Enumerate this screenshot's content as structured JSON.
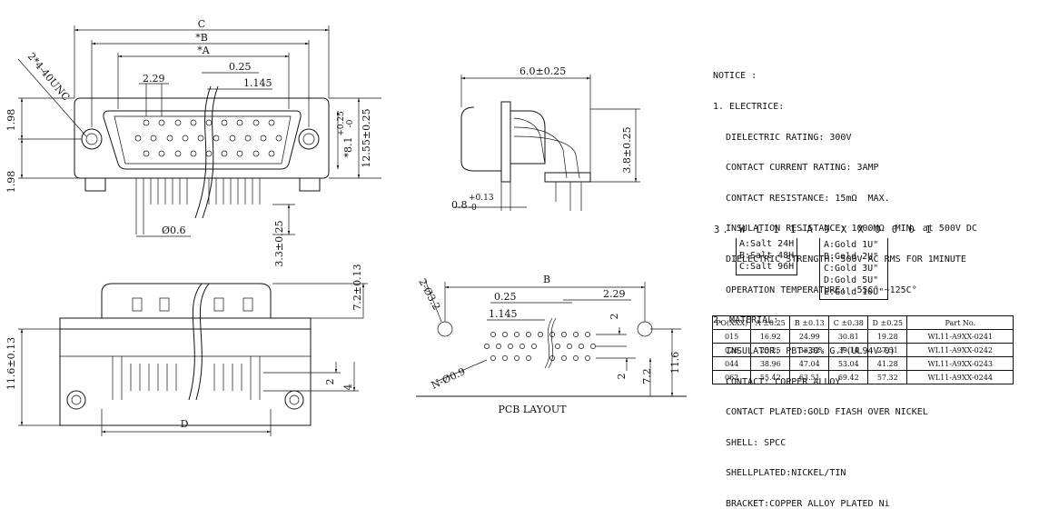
{
  "front_view": {
    "dim_c": "C",
    "dim_b": "*B",
    "dim_a": "*A",
    "dim_229": "2.29",
    "dim_025": "0.25",
    "dim_1145": "1.145",
    "thread": "2*4-40UNC",
    "dim_198_top": "1.98",
    "dim_198_bottom": "1.98",
    "dim_81": "*8.1",
    "tol_81_upper": "+0.25",
    "tol_81_lower": "-0",
    "dim_1255": "12.55±0.25",
    "dim_06": "Ø0.6",
    "dim_33": "3.3±0.25"
  },
  "side_view": {
    "dim_60": "6.0±0.25",
    "dim_38": "3.8±0.25",
    "dim_08": "0.8",
    "tol_08_upper": "+0.13",
    "tol_08_lower": "-0"
  },
  "bottom_view": {
    "dim_72": "7.2±0.13",
    "dim_116": "11.6±0.13",
    "dim_2": "2",
    "dim_4": "4",
    "dim_d": "D"
  },
  "pcb_layout": {
    "title": "PCB LAYOUT",
    "dim_b": "B",
    "dim_025": "0.25",
    "dim_229": "2.29",
    "dim_1145": "1.145",
    "hole_mount": "2-Ø3.2",
    "hole_pin": "N-Ø0.9",
    "dim_2a": "2",
    "dim_2b": "2",
    "dim_72": "7.2",
    "dim_116": "11.6"
  },
  "notice": {
    "title": "NOTICE :",
    "s1": "1. ELECTRICE:",
    "e1": "DIELECTRIC RATING: 300V",
    "e2": "CONTACT CURRENT RATING: 3AMP",
    "e3": "CONTACT RESISTANCE: 15mΩ  MAX.",
    "e4": "INSULATION RESISTANCE: 1000MΩ  MIN. at 500V DC",
    "e5": "DIELECTRIC STRENGTH: 500V AC RMS FOR 1MINUTE",
    "e6": "OPERATION TEMPERATURE: -55C° ~125C°",
    "s2": "2. MATERIAL:",
    "m1": "INSULATOR: PBT+30% G.F(UL94V-0)",
    "m2": "CONTACT: COPPER ALLOY",
    "m3": "CONTACT PLATED:GOLD FIASH OVER NICKEL",
    "m4": "SHELL: SPCC",
    "m5": "SHELLPLATED:NICKEL/TIN",
    "m6": "BRACKET:COPPER ALLOY PLATED Ni",
    "s3": "3. W L 1 1-A 9 X X-0 0 0 1",
    "salt": [
      "A:Salt 24H",
      "B:Salt 48H",
      "C:Salt 96H"
    ],
    "gold": [
      "A:Gold 1U\"",
      "B:Gold 2U\"",
      "C:Gold 3U\"",
      "D:Gold 5U\"",
      "E:Gold 10U\""
    ]
  },
  "table": {
    "headers": [
      "PO(XXX)",
      "A ±0.25",
      "B ±0.13",
      "C ±0.38",
      "D ±0.25",
      "Part  No."
    ],
    "rows": [
      [
        "015",
        "16.92",
        "24.99",
        "30.81",
        "19.28",
        "WL11-A9XX-0241"
      ],
      [
        "026",
        "25.25",
        "33.32",
        "39.14",
        "27.51",
        "WL11-A9XX-0242"
      ],
      [
        "044",
        "38.96",
        "47.04",
        "53.04",
        "41.28",
        "WL11-A9XX-0243"
      ],
      [
        "062",
        "55.42",
        "63.51",
        "69.42",
        "57.32",
        "WL11-A9XX-0244"
      ]
    ]
  }
}
